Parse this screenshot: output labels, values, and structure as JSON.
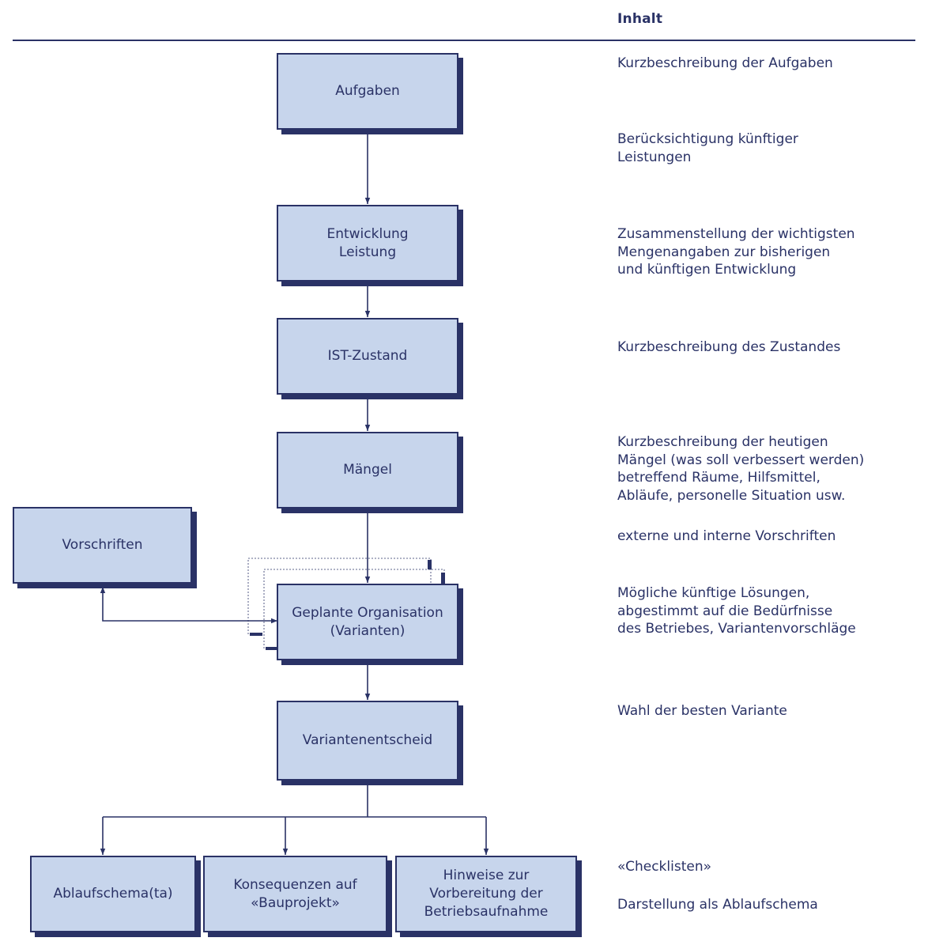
{
  "header": {
    "title": "Inhalt"
  },
  "boxes": {
    "aufgaben": "Aufgaben",
    "entwicklung": "Entwicklung\nLeistung",
    "ist_zustand": "IST-Zustand",
    "maengel": "Mängel",
    "vorschriften": "Vorschriften",
    "geplante_organisation": "Geplante Organisation\n(Varianten)",
    "variantenentscheid": "Variantenentscheid",
    "ablaufschema": "Ablaufschema(ta)",
    "konsequenzen": "Konsequenzen auf\n«Bauprojekt»",
    "hinweise": "Hinweise zur\nVorbereitung der\nBetriebsaufnahme"
  },
  "descriptions": {
    "aufgaben": "Kurzbeschreibung der Aufgaben",
    "leistungen": "Berücksichtigung künftiger\nLeistungen",
    "entwicklung": "Zusammenstellung der wichtigsten\nMengenangaben zur bisherigen\nund künftigen Entwicklung",
    "zustand": "Kurzbeschreibung des Zustandes",
    "maengel": "Kurzbeschreibung der heutigen\nMängel (was soll verbessert werden)\nbetreffend Räume, Hilfsmittel,\nAbläufe, personelle Situation usw.",
    "vorschriften": "externe und interne Vorschriften",
    "loesungen": "Mögliche künftige Lösungen,\nabgestimmt auf die Bedürfnisse\ndes Betriebes, Variantenvorschläge",
    "wahl": "Wahl der besten Variante",
    "checklisten": "«Checklisten»",
    "darstellung": "Darstellung als Ablaufschema"
  },
  "colors": {
    "box_fill": "#c7d5ec",
    "ink": "#2a3266"
  }
}
